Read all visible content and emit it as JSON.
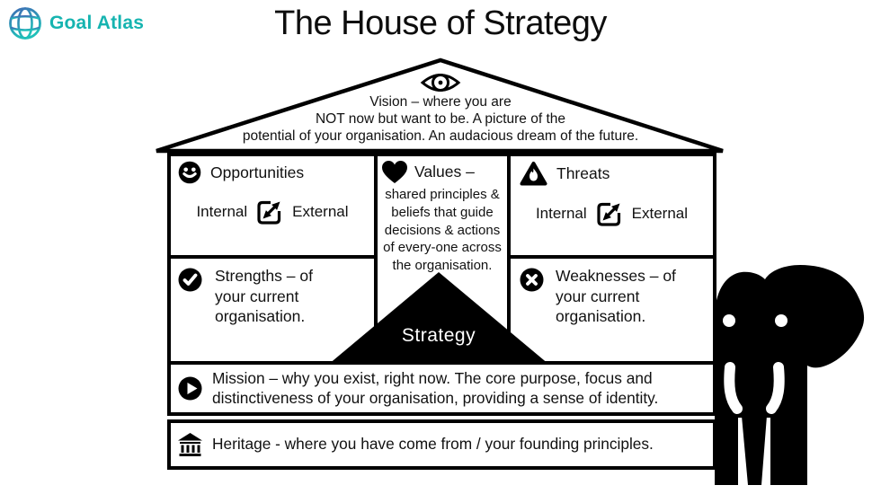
{
  "logo": {
    "text": "Goal Atlas",
    "icon": "globe-hash-logo-icon",
    "accent_color": "#16b4b0",
    "gradient_top": "#3f6db5",
    "gradient_bottom": "#1fc0b9"
  },
  "title": "The House of Strategy",
  "colors": {
    "ink": "#000000",
    "paper": "#ffffff"
  },
  "roof": {
    "icon": "eye-icon",
    "lines": [
      "Vision – where you are",
      "NOT now but want to be. A picture of the",
      "potential of your organisation. An audacious dream of the future."
    ]
  },
  "house": {
    "opportunities": {
      "icon": "smiley-face-icon",
      "label": "Opportunities",
      "internal_label": "Internal",
      "external_label": "External",
      "arrow_icon": "internal-external-arrow-icon"
    },
    "values": {
      "icon": "heart-icon",
      "label": "Values –",
      "lines": [
        "shared principles &",
        "beliefs that guide",
        "decisions & actions",
        "of every-one across",
        "the organisation."
      ]
    },
    "threats": {
      "icon": "flame-warning-triangle-icon",
      "label": "Threats",
      "internal_label": "Internal",
      "external_label": "External",
      "arrow_icon": "internal-external-arrow-icon"
    },
    "strengths": {
      "icon": "check-circle-icon",
      "lines": [
        "Strengths – of",
        "your current",
        "organisation."
      ]
    },
    "weaknesses": {
      "icon": "x-circle-icon",
      "lines": [
        "Weaknesses – of",
        "your current",
        "organisation."
      ]
    },
    "strategy": {
      "label": "Strategy"
    },
    "mission": {
      "icon": "play-circle-icon",
      "lines": [
        "Mission – why you exist, right now. The core purpose, focus and",
        "distinctiveness of your organisation, providing a sense of identity."
      ]
    },
    "heritage": {
      "icon": "bank-icon",
      "line": "Heritage - where you have come from / your founding principles."
    }
  },
  "decoration": {
    "elephant": "elephant-in-the-room-illustration"
  }
}
